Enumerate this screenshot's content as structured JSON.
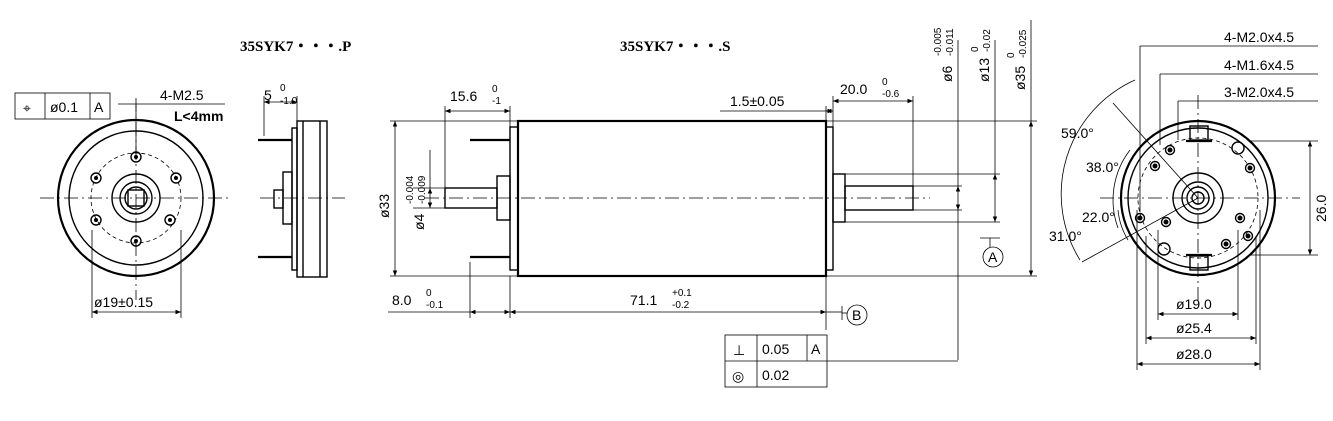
{
  "views": {
    "p_title": "35SYK7・・・.P",
    "s_title": "35SYK7・・・.S"
  },
  "front_left": {
    "tol_symbol": "⌖",
    "tol_value": "ø0.1",
    "tol_datum": "A",
    "thread": "4-M2.5",
    "depth": "L<4mm",
    "dia": "ø19±0.15"
  },
  "side_p": {
    "len_base": "5",
    "len_up": "0",
    "len_low": "-1.0"
  },
  "side_s": {
    "d15_base": "15.6",
    "d15_up": "0",
    "d15_low": "-1",
    "d15_gap": "1.5±0.05",
    "d20_base": "20.0",
    "d20_up": "0",
    "d20_low": "-0.6",
    "d6_base": "ø6",
    "d6_up": "-0.005",
    "d6_low": "-0.011",
    "d13_base": "ø13",
    "d13_up": "0",
    "d13_low": "-0.02",
    "d35_base": "ø35",
    "d35_up": "0",
    "d35_low": "-0.025",
    "d33": "ø33",
    "d4_base": "ø4",
    "d4_up": "-0.004",
    "d4_low": "-0.009",
    "d8_base": "8.0",
    "d8_up": "0",
    "d8_low": "-0.1",
    "d71_base": "71.1",
    "d71_up": "+0.1",
    "d71_low": "-0.2",
    "datum_a": "A",
    "datum_b": "B",
    "perp_symbol": "⊥",
    "perp_value": "0.05",
    "perp_datum": "A",
    "conc_symbol": "◎",
    "conc_value": "0.02"
  },
  "front_right": {
    "thread1": "4-M2.0x4.5",
    "thread2": "4-M1.6x4.5",
    "thread3": "3-M2.0x4.5",
    "ang59": "59.0°",
    "ang38": "38.0°",
    "ang22": "22.0°",
    "ang31": "31.0°",
    "h26": "26.0",
    "d19": "ø19.0",
    "d25": "ø25.4",
    "d28": "ø28.0"
  }
}
